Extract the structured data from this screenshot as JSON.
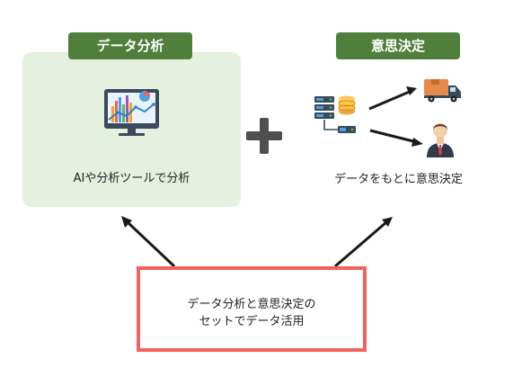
{
  "analysis": {
    "title": "データ分析",
    "caption": "AIや分析ツールで分析",
    "icon": "monitor-chart-icon"
  },
  "decision": {
    "title": "意思決定",
    "caption": "データをもとに意思決定",
    "icons": [
      "database-server-icon",
      "delivery-truck-icon",
      "businessman-icon"
    ]
  },
  "result": {
    "line1": "データ分析と意思決定の",
    "line2": "セットでデータ活用"
  },
  "colors": {
    "panel_bg": "#e5f0de",
    "tab_bg": "#4f7f3b",
    "result_border": "#f0635f",
    "plus": "#4f4f4f",
    "arrow": "#1a1a1a"
  }
}
